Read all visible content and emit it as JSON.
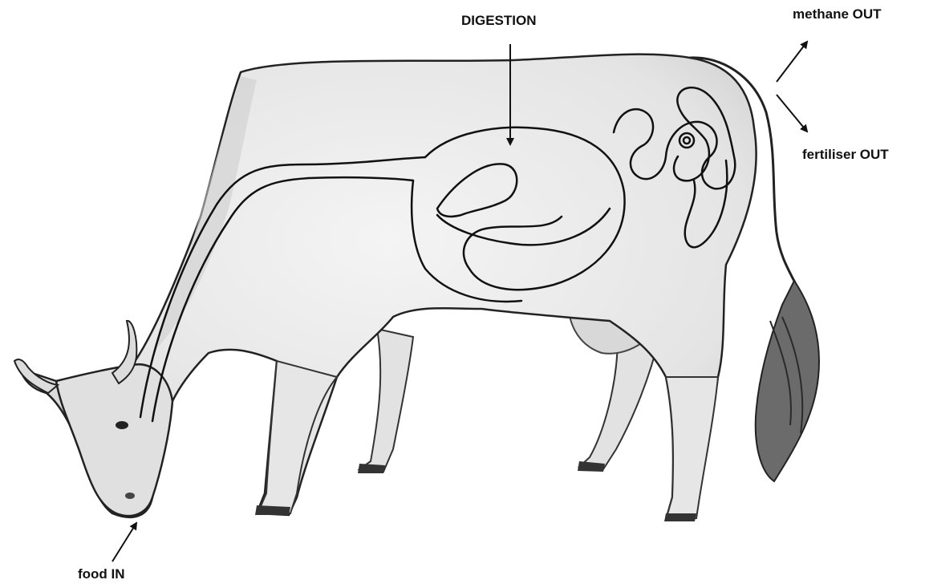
{
  "labels": {
    "digestion": "DIGESTION",
    "methane": "methane OUT",
    "fertiliser": "fertiliser OUT",
    "food": "food IN"
  },
  "colors": {
    "ink": "#111111",
    "body_fill": "#e9e9e9",
    "shade": "#b8b8b8",
    "background": "#ffffff"
  }
}
